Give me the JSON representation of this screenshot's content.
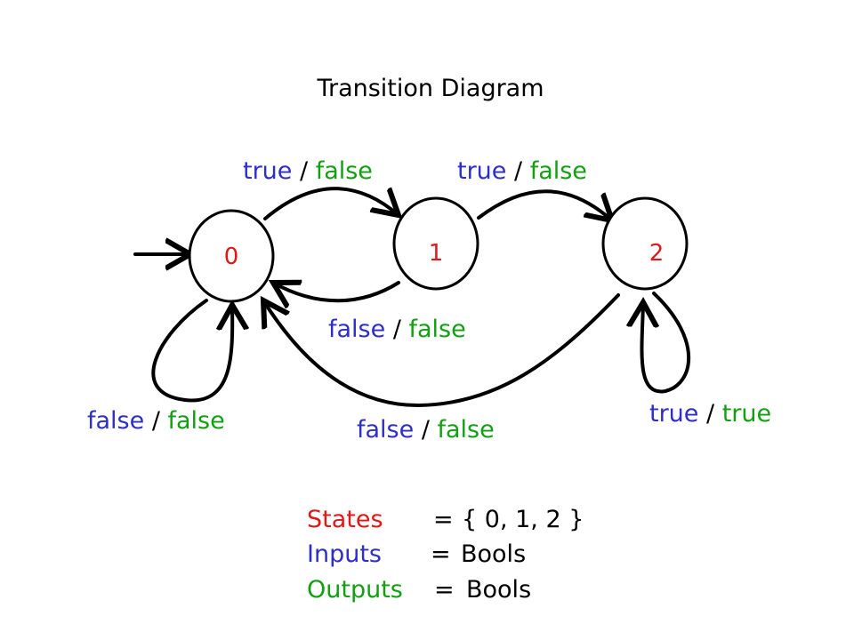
{
  "title": "Transition Diagram",
  "colors": {
    "input": "#2e2ec8",
    "output": "#12a012",
    "state_name": "#e01818",
    "edge": "#000000",
    "text": "#000000"
  },
  "states": [
    {
      "label": "0",
      "color": "#e01818"
    },
    {
      "label": "1",
      "color": "#e01818"
    },
    {
      "label": "2",
      "color": "#e01818"
    }
  ],
  "transitions": [
    {
      "from": "0",
      "to": "1",
      "input": "true",
      "separator": " / ",
      "output": "false"
    },
    {
      "from": "1",
      "to": "2",
      "input": "true",
      "separator": " / ",
      "output": "false"
    },
    {
      "from": "1",
      "to": "0",
      "input": "false",
      "separator": " / ",
      "output": "false"
    },
    {
      "from": "0",
      "to": "0",
      "input": "false",
      "separator": " / ",
      "output": "false"
    },
    {
      "from": "2",
      "to": "0",
      "input": "false",
      "separator": " / ",
      "output": "false"
    },
    {
      "from": "2",
      "to": "2",
      "input": "true",
      "separator": " / ",
      "output": "true"
    }
  ],
  "definitions": [
    {
      "name": "States",
      "eq": "=",
      "value": "{ 0, 1, 2 }"
    },
    {
      "name": "Inputs",
      "eq": "=",
      "value": "Bools"
    },
    {
      "name": "Outputs",
      "eq": "=",
      "value": "Bools"
    }
  ]
}
